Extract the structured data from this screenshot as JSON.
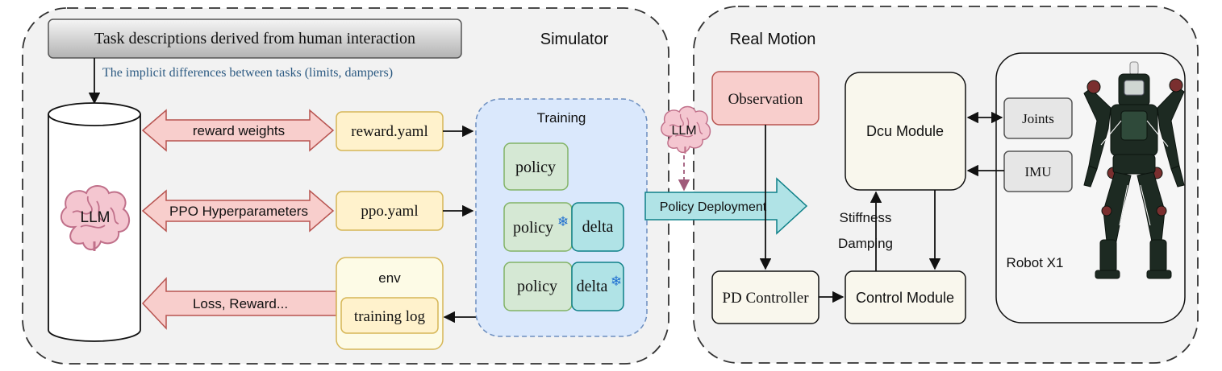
{
  "simulator": {
    "title": "Simulator",
    "task_box": "Task descriptions derived from human interaction",
    "implicit_note": "The implicit differences between tasks (limits, dampers)",
    "llm_label": "LLM",
    "arrows": {
      "reward_weights": "reward weights",
      "ppo_hyperparameters": "PPO Hyperparameters",
      "loss_reward": "Loss, Reward..."
    },
    "files": {
      "reward_yaml": "reward.yaml",
      "ppo_yaml": "ppo.yaml"
    },
    "env": {
      "label": "env",
      "training_log": "training log"
    },
    "training": {
      "label": "Training",
      "row1_policy": "policy",
      "row2_policy": "policy",
      "row2_delta": "delta",
      "row3_policy": "policy",
      "row3_delta": "delta",
      "frozen_mark": "❄"
    }
  },
  "bridge": {
    "llm_label": "LLM",
    "policy_deployment": "Policy Deployment"
  },
  "real_motion": {
    "title": "Real Motion",
    "observation": "Observation",
    "pd_controller": "PD Controller",
    "control_module": "Control Module",
    "dcu_module": "Dcu Module",
    "stiffness": "Stiffness",
    "damping": "Damping",
    "joints": "Joints",
    "imu": "IMU",
    "robot_label": "Robot X1"
  },
  "colors": {
    "panel_fill": "#f2f2f2",
    "red_fill": "#f8cecc",
    "red_stroke": "#b85450",
    "yellow_fill": "#fff2cc",
    "yellow_stroke": "#d6b656",
    "green_fill": "#d5e8d4",
    "green_stroke": "#82b366",
    "teal_fill": "#b0e3e6",
    "teal_stroke": "#0e8088",
    "blue_fill": "#dae8fc",
    "blue_stroke": "#6c8ebf",
    "note_color": "#2c5a82",
    "snow_color": "#1f6fd1",
    "module_fill": "#f9f7ed"
  }
}
